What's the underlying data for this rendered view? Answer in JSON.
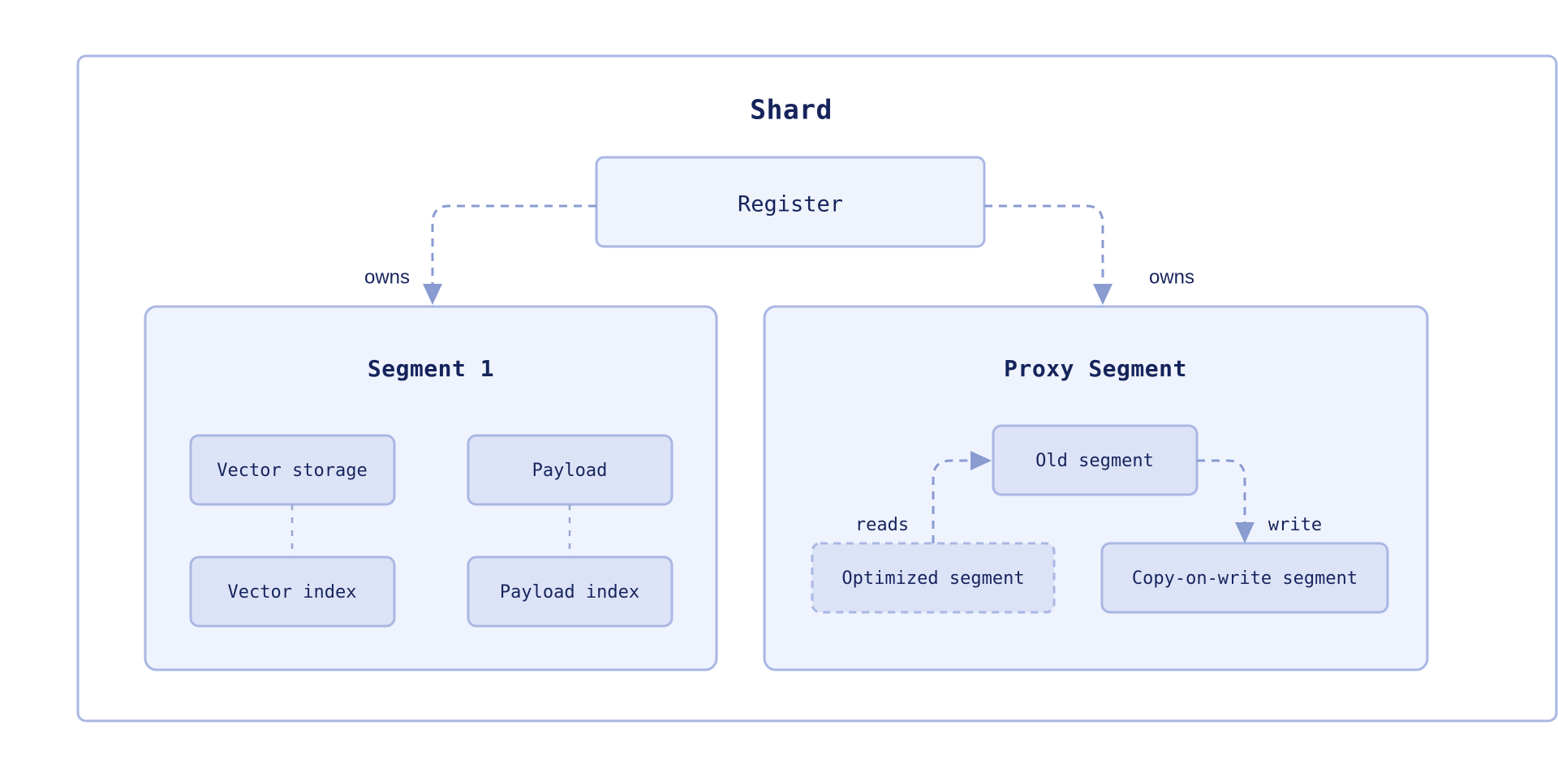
{
  "diagram": {
    "title": "Shard",
    "type": "flowchart",
    "accent_color": "#aab7e3",
    "edge_color": "#8a9bd0",
    "text_color": "#16245c",
    "group_fill": "#eff3fd",
    "node_fill": "#dde3f7",
    "canvas_fill": "#ffffff"
  },
  "root_node": {
    "label": "Register",
    "style": "solid",
    "fill": "#eef3fc"
  },
  "groups": [
    {
      "id": "segment-1",
      "title": "Segment 1",
      "nodes": [
        {
          "id": "vector-storage",
          "label": "Vector storage",
          "style": "solid"
        },
        {
          "id": "payload",
          "label": "Payload",
          "style": "solid"
        },
        {
          "id": "vector-index",
          "label": "Vector index",
          "style": "solid"
        },
        {
          "id": "payload-index",
          "label": "Payload index",
          "style": "solid"
        }
      ]
    },
    {
      "id": "proxy-segment",
      "title": "Proxy Segment",
      "nodes": [
        {
          "id": "old-segment",
          "label": "Old segment",
          "style": "solid"
        },
        {
          "id": "optimized-segment",
          "label": "Optimized segment",
          "style": "dashed"
        },
        {
          "id": "copy-on-write-segment",
          "label": "Copy-on-write segment",
          "style": "solid"
        }
      ]
    }
  ],
  "edges": [
    {
      "id": "register-owns-segment1",
      "from": "Register",
      "to": "Segment 1",
      "label": "owns",
      "style": "dashed",
      "arrow": true
    },
    {
      "id": "register-owns-proxy",
      "from": "Register",
      "to": "Proxy Segment",
      "label": "owns",
      "style": "dashed",
      "arrow": true
    },
    {
      "id": "optimized-reads-old",
      "from": "Optimized segment",
      "to": "Old segment",
      "label": "reads",
      "style": "dashed",
      "arrow": true
    },
    {
      "id": "old-write-cow",
      "from": "Old segment",
      "to": "Copy-on-write segment",
      "label": "write",
      "style": "dashed",
      "arrow": true
    },
    {
      "id": "vector-storage-to-index",
      "from": "Vector storage",
      "to": "Vector index",
      "label": "",
      "style": "dotted",
      "arrow": false
    },
    {
      "id": "payload-to-payload-index",
      "from": "Payload",
      "to": "Payload index",
      "label": "",
      "style": "dotted",
      "arrow": false
    }
  ]
}
